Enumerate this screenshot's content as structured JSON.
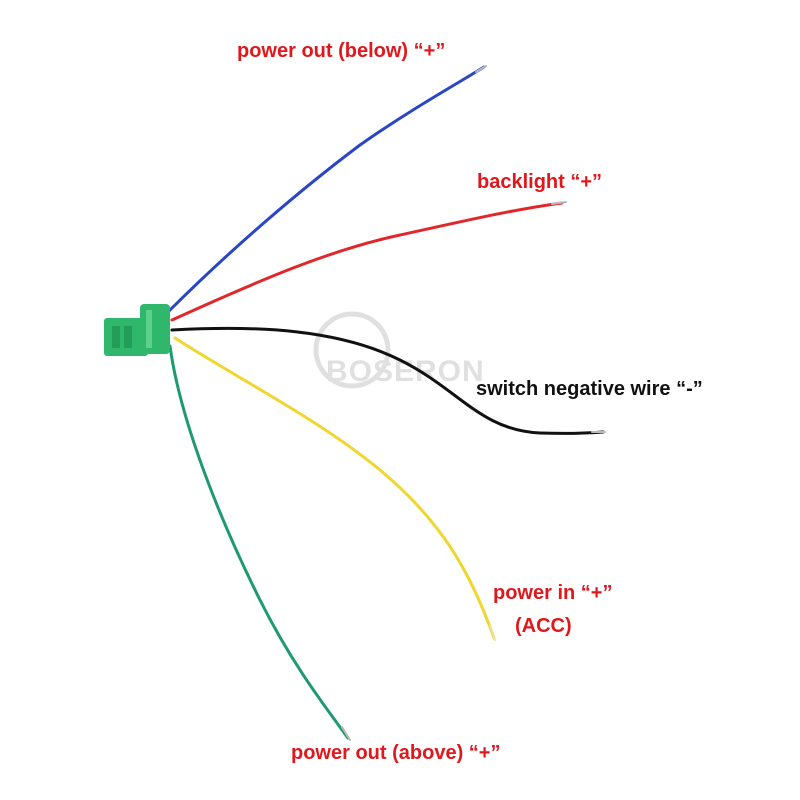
{
  "labels": {
    "power_out_below": "power out (below) “+”",
    "backlight": "backlight “+”",
    "switch_negative": "switch negative wire “-”",
    "power_in": "power in “+”",
    "acc": "(ACC)",
    "power_out_above": "power out (above) “+”"
  },
  "watermark": {
    "text": "BOSERON"
  },
  "colors": {
    "label_red": "#e0181c",
    "label_black": "#111111",
    "wire_blue": "#2b46c4",
    "wire_red": "#e0282c",
    "wire_black": "#111111",
    "wire_yellow": "#f0d630",
    "wire_green": "#1e9a6e",
    "connector_green": "#2fb86c",
    "watermark_gray": "#c8c8c8"
  }
}
